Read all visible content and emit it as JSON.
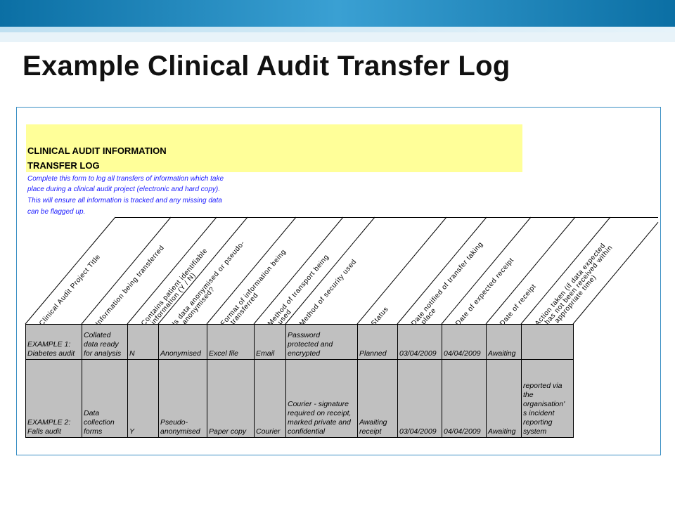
{
  "title": "Example Clinical Audit Transfer Log",
  "form": {
    "heading_line1": "CLINICAL AUDIT INFORMATION",
    "heading_line2": "TRANSFER LOG",
    "instructions": [
      "Complete this form to log all transfers of information which take",
      "place during a clinical audit project (electronic and hard copy).",
      "This will ensure all information is tracked and any missing data",
      "can be flagged up."
    ]
  },
  "columns": [
    [
      "Clinical Audit Project Title"
    ],
    [
      "Information being transferred"
    ],
    [
      "Contains patient identifiable",
      "information (Y / N)"
    ],
    [
      "Is data anonymised or pseudo-",
      "anonymised?"
    ],
    [
      "Format of information being",
      "transferred"
    ],
    [
      "Method of transport being",
      "used"
    ],
    [
      "Method of security used"
    ],
    [
      "Status"
    ],
    [
      "Date notified of transfer taking",
      "place"
    ],
    [
      "Date of expected receipt"
    ],
    [
      "Date of receipt"
    ],
    [
      "Action taken (if data expected",
      "has not been received within",
      "appropriate time)"
    ]
  ],
  "rows": [
    [
      "EXAMPLE 1:\nDiabetes audit",
      "Collated\ndata ready\nfor analysis",
      "N",
      "Anonymised",
      "Excel file",
      "Email",
      "Password\nprotected and\nencrypted",
      "Planned",
      "03/04/2009",
      "04/04/2009",
      "Awaiting",
      ""
    ],
    [
      "EXAMPLE 2:\nFalls audit",
      "Data\ncollection\nforms",
      "Y",
      "Pseudo-\nanonymised",
      "Paper copy",
      "Courier",
      "Courier - signature\nrequired on receipt,\nmarked private and\nconfidential",
      "Awaiting\nreceipt",
      "03/04/2009",
      "04/04/2009",
      "Awaiting",
      "reported via\nthe\norganisation'\ns incident\nreporting\nsystem"
    ]
  ]
}
